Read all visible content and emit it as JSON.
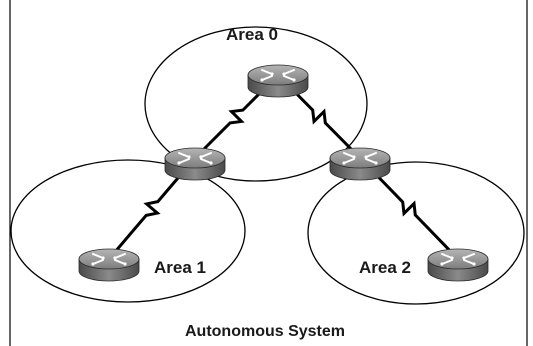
{
  "diagram": {
    "areas": [
      {
        "id": "area0",
        "label": "Area 0"
      },
      {
        "id": "area1",
        "label": "Area 1"
      },
      {
        "id": "area2",
        "label": "Area 2"
      }
    ],
    "system_label": "Autonomous System",
    "routers": [
      {
        "id": "r0",
        "area": "Area 0"
      },
      {
        "id": "abr1",
        "area": "Area 0 / Area 1"
      },
      {
        "id": "abr2",
        "area": "Area 0 / Area 2"
      },
      {
        "id": "r1",
        "area": "Area 1"
      },
      {
        "id": "r2",
        "area": "Area 2"
      }
    ],
    "links": [
      {
        "from": "r0",
        "to": "abr1",
        "type": "serial"
      },
      {
        "from": "r0",
        "to": "abr2",
        "type": "serial"
      },
      {
        "from": "abr1",
        "to": "r1",
        "type": "serial"
      },
      {
        "from": "abr2",
        "to": "r2",
        "type": "serial"
      }
    ],
    "colors": {
      "router_top": "#8c8c8c",
      "router_side": "#5e5e5e",
      "line": "#000000"
    }
  }
}
